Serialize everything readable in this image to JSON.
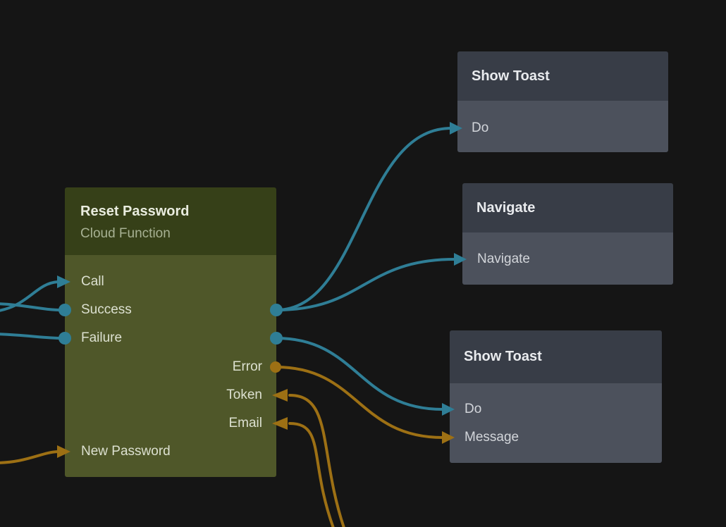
{
  "colors": {
    "background": "#151515",
    "exec_connection": "#2f7e96",
    "data_connection": "#9d7014",
    "function_node_header": "#364018",
    "function_node_body": "#4f5729",
    "action_node_header": "#383d47",
    "action_node_body": "#4c515c",
    "function_title": "#e9ecdf",
    "function_subtitle": "#a7b193",
    "function_label": "#dce0d0",
    "action_title": "#e9ebee",
    "action_label": "#d2d5da"
  },
  "nodes": {
    "reset_password": {
      "title": "Reset Password",
      "subtitle": "Cloud Function",
      "ports": {
        "call": "Call",
        "success": "Success",
        "failure": "Failure",
        "error": "Error",
        "token": "Token",
        "email": "Email",
        "new_password": "New Password"
      }
    },
    "show_toast_top": {
      "title": "Show Toast",
      "ports": {
        "do": "Do"
      }
    },
    "navigate": {
      "title": "Navigate",
      "ports": {
        "navigate": "Navigate"
      }
    },
    "show_toast_bottom": {
      "title": "Show Toast",
      "ports": {
        "do": "Do",
        "message": "Message"
      }
    }
  },
  "edges": [
    {
      "from": "offscreen_left",
      "to": "reset_password.call",
      "kind": "exec"
    },
    {
      "from": "offscreen_left",
      "to": "reset_password.success",
      "kind": "exec"
    },
    {
      "from": "offscreen_left",
      "to": "reset_password.failure",
      "kind": "exec"
    },
    {
      "from": "offscreen_left",
      "to": "reset_password.new_password",
      "kind": "data"
    },
    {
      "from": "reset_password.success",
      "to": "show_toast_top.do",
      "kind": "exec"
    },
    {
      "from": "reset_password.success",
      "to": "navigate.navigate",
      "kind": "exec"
    },
    {
      "from": "reset_password.failure",
      "to": "show_toast_bottom.do",
      "kind": "exec"
    },
    {
      "from": "reset_password.error",
      "to": "show_toast_bottom.message",
      "kind": "data"
    },
    {
      "from": "offscreen_bottom",
      "to": "reset_password.token",
      "kind": "data"
    },
    {
      "from": "offscreen_bottom",
      "to": "reset_password.email",
      "kind": "data"
    }
  ]
}
